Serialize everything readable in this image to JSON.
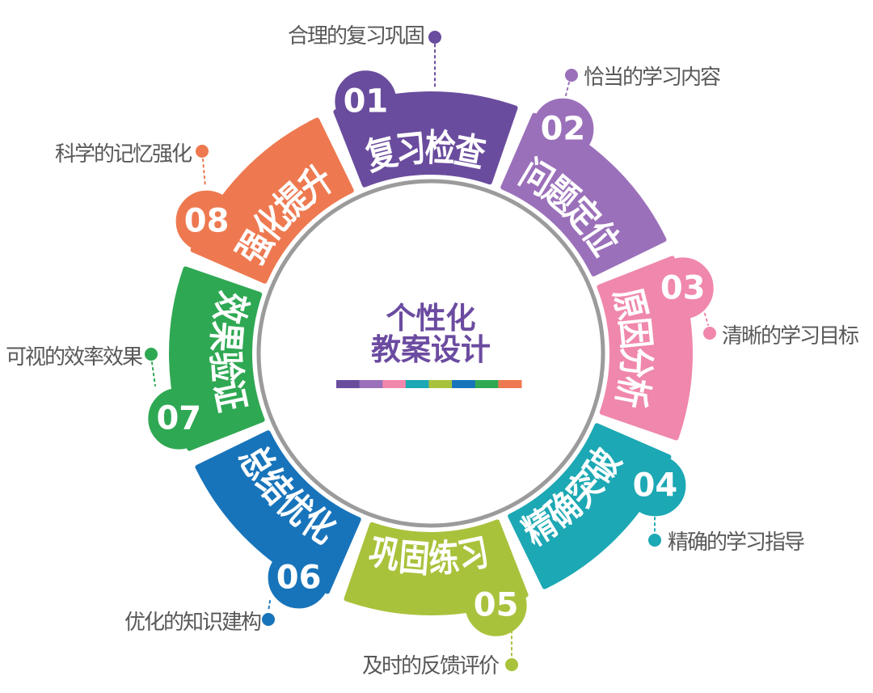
{
  "diagram": {
    "background": "#ffffff",
    "ring_color": "#9b9b9b",
    "annotation_text_color": "#595757",
    "center": {
      "title_line1": "个性化",
      "title_line2": "教案设计",
      "title_color": "#6b4ba0"
    },
    "segments": [
      {
        "number": "01",
        "label": "复习检查",
        "color": "#6a4c9e",
        "annotation": "合理的复习巩固"
      },
      {
        "number": "02",
        "label": "问题定位",
        "color": "#9b70ba",
        "annotation": "恰当的学习内容"
      },
      {
        "number": "03",
        "label": "原因分析",
        "color": "#f087ac",
        "annotation": "清晰的学习目标"
      },
      {
        "number": "04",
        "label": "精确突破",
        "color": "#1ca8b4",
        "annotation": "精确的学习指导"
      },
      {
        "number": "05",
        "label": "巩固练习",
        "color": "#a9c23c",
        "annotation": "及时的反馈评价"
      },
      {
        "number": "06",
        "label": "总结优化",
        "color": "#1874ba",
        "annotation": "优化的知识建构"
      },
      {
        "number": "07",
        "label": "效果验证",
        "color": "#2fa853",
        "annotation": "可视的效率效果"
      },
      {
        "number": "08",
        "label": "强化提升",
        "color": "#ee7950",
        "annotation": "科学的记忆强化"
      }
    ]
  }
}
